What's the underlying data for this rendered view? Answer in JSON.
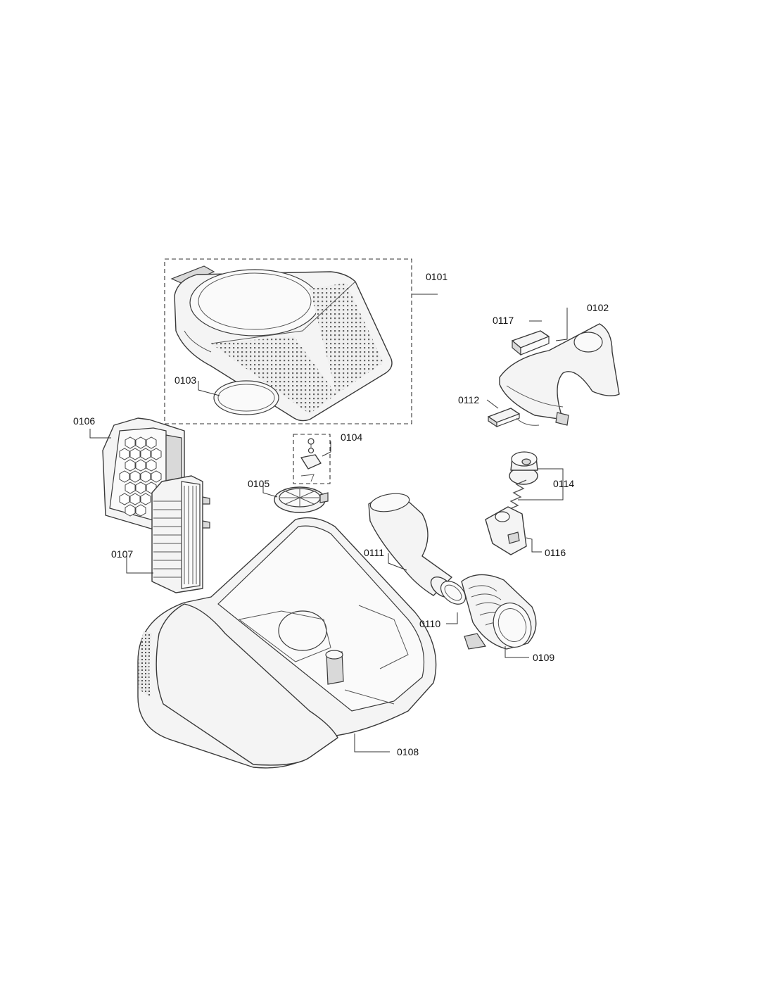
{
  "callouts": {
    "c0101": "0101",
    "c0102": "0102",
    "c0103": "0103",
    "c0104": "0104",
    "c0105": "0105",
    "c0106": "0106",
    "c0107": "0107",
    "c0108": "0108",
    "c0109": "0109",
    "c0110": "0110",
    "c0111": "0111",
    "c0112": "0112",
    "c0114": "0114",
    "c0116": "0116",
    "c0117": "0117"
  }
}
